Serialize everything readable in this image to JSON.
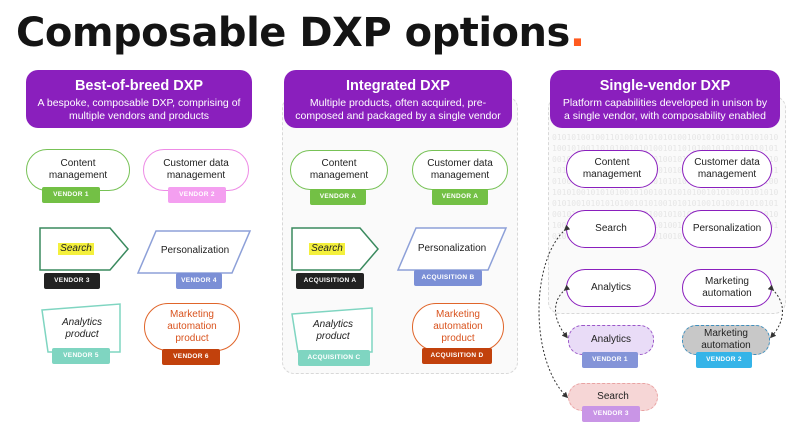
{
  "title": "Composable DXP options",
  "title_dot": ".",
  "columns": [
    {
      "title": "Best-of-breed DXP",
      "desc_line1": "A bespoke, composable DXP, comprising of",
      "desc_line2": "multiple vendors and products",
      "nodes": [
        {
          "line1": "Content",
          "line2": "management",
          "tag": "VENDOR 1"
        },
        {
          "line1": "Customer data",
          "line2": "management",
          "tag": "VENDOR 2"
        },
        {
          "line1": "Search",
          "tag": "VENDOR 3"
        },
        {
          "line1": "Personalization",
          "tag": "VENDOR 4"
        },
        {
          "line1": "Analytics",
          "line2": "product",
          "tag": "VENDOR 5"
        },
        {
          "line1": "Marketing",
          "line2": "automation",
          "line3": "product",
          "tag": "VENDOR 6"
        }
      ]
    },
    {
      "title": "Integrated DXP",
      "desc_line1": "Multiple products, often acquired, pre-",
      "desc_line2": "composed and packaged by a single vendor",
      "nodes": [
        {
          "line1": "Content",
          "line2": "management",
          "tag": "VENDOR A"
        },
        {
          "line1": "Customer data",
          "line2": "management",
          "tag": "VENDOR A"
        },
        {
          "line1": "Search",
          "tag": "ACQUISITION A"
        },
        {
          "line1": "Personalization",
          "tag": "ACQUISITION B"
        },
        {
          "line1": "Analytics",
          "line2": "product",
          "tag": "ACQUISITION C"
        },
        {
          "line1": "Marketing",
          "line2": "automation",
          "line3": "product",
          "tag": "ACQUISITION D"
        }
      ]
    },
    {
      "title": "Single-vendor DXP",
      "desc_line1": "Platform capabilities developed in unison by",
      "desc_line2": "a single vendor, with composability enabled",
      "nodes": [
        {
          "line1": "Content",
          "line2": "management"
        },
        {
          "line1": "Customer data",
          "line2": "management"
        },
        {
          "line1": "Search"
        },
        {
          "line1": "Personalization"
        },
        {
          "line1": "Analytics"
        },
        {
          "line1": "Marketing",
          "line2": "automation"
        }
      ],
      "external": [
        {
          "line1": "Analytics",
          "tag": "VENDOR 1"
        },
        {
          "line1": "Marketing",
          "line2": "automation",
          "tag": "VENDOR 2"
        },
        {
          "line1": "Search",
          "tag": "VENDOR 3"
        }
      ]
    }
  ],
  "binary_text": "01010100100110100101010101001001010011010101010100101001101010010101001011010100101010100101010010101011010101001010100101001010101010100101010100101010100101001010101010010101001010101001010010101010100101010010101010010100101010101001010100101010100101001010101010010101001010101001010010101010100101010010101010010100101010101001010100101010100101001010101010010101001010101001010010101010100101010010101010010100101010101001010100101010100101001010101010010101"
}
